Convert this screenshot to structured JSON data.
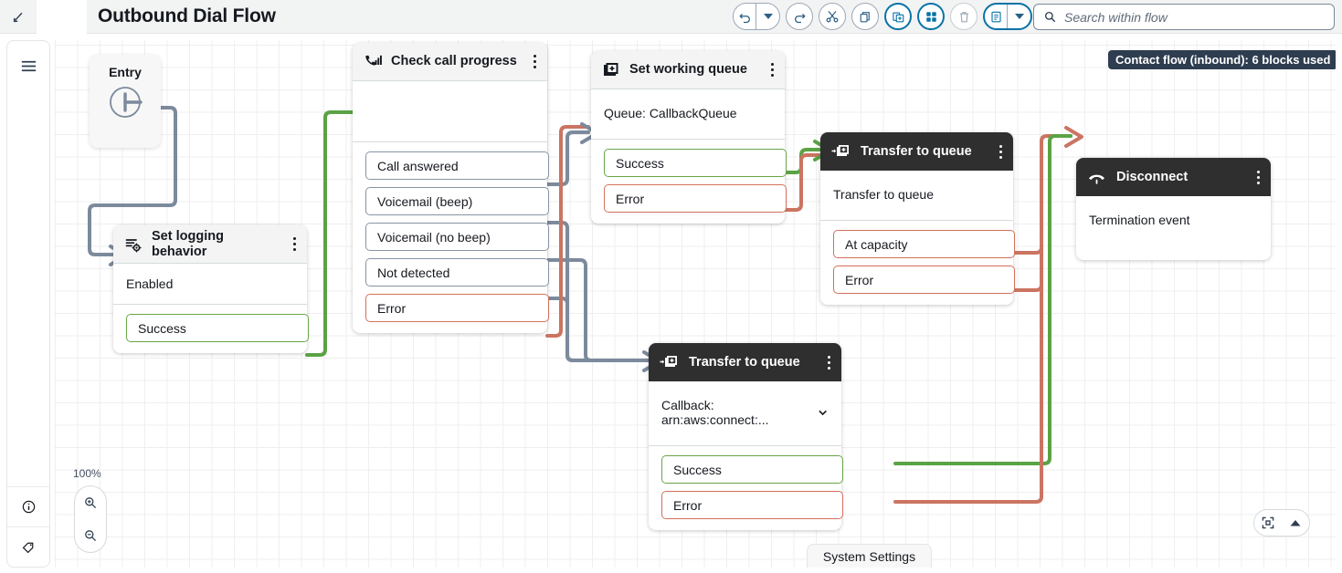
{
  "header": {
    "edit_icon": "pencil-icon",
    "title": "Outbound Dial Flow",
    "toolbar": [
      {
        "name": "undo-button",
        "icon": "undo-icon",
        "state": "active"
      },
      {
        "name": "undo-dropdown",
        "icon": "caret-down-icon",
        "state": "active"
      },
      {
        "name": "redo-button",
        "icon": "redo-icon",
        "state": "active"
      },
      {
        "name": "cut-button",
        "icon": "scissors-icon",
        "state": "active"
      },
      {
        "name": "copy-button",
        "icon": "copy-icon",
        "state": "active"
      },
      {
        "name": "paste-button",
        "icon": "paste-icon",
        "state": "selected"
      },
      {
        "name": "arrange-button",
        "icon": "grid-icon",
        "state": "selected"
      },
      {
        "name": "delete-button",
        "icon": "trash-icon",
        "state": "disabled"
      },
      {
        "name": "notes-button",
        "icon": "notes-icon",
        "state": "selected"
      },
      {
        "name": "notes-dropdown",
        "icon": "caret-down-icon",
        "state": "active"
      }
    ],
    "search": {
      "placeholder": "Search within flow",
      "value": "",
      "icon": "search-icon"
    }
  },
  "sidebar": {
    "menu_icon": "hamburger-icon",
    "bottom_items": [
      {
        "name": "info-icon",
        "label": "info"
      },
      {
        "name": "tag-icon",
        "label": "tag"
      }
    ]
  },
  "canvas": {
    "badge": "Contact flow (inbound): 6 blocks used",
    "zoom_level": "100%",
    "zoom_in_icon": "zoom-in-icon",
    "zoom_out_icon": "zoom-out-icon",
    "fit_icon": "fit-to-screen-icon",
    "collapse_icon": "triangle-up-icon",
    "system_settings": "System Settings",
    "entry": {
      "label": "Entry",
      "icon": "start-port-icon"
    },
    "blocks": [
      {
        "id": "set-logging-behavior",
        "title": "Set logging behavior",
        "icon": "logging-gear-icon",
        "header_style": "light",
        "body": "Enabled",
        "ports": [
          {
            "label": "Success",
            "type": "success"
          }
        ]
      },
      {
        "id": "check-call-progress",
        "title": "Check call progress",
        "icon": "call-progress-icon",
        "header_style": "light",
        "body": "",
        "ports": [
          {
            "label": "Call answered",
            "type": "neutral"
          },
          {
            "label": "Voicemail (beep)",
            "type": "neutral"
          },
          {
            "label": "Voicemail (no beep)",
            "type": "neutral"
          },
          {
            "label": "Not detected",
            "type": "neutral"
          },
          {
            "label": "Error",
            "type": "error"
          }
        ]
      },
      {
        "id": "set-working-queue",
        "title": "Set working queue",
        "icon": "set-queue-icon",
        "header_style": "light",
        "body": "Queue: CallbackQueue",
        "ports": [
          {
            "label": "Success",
            "type": "success"
          },
          {
            "label": "Error",
            "type": "error"
          }
        ]
      },
      {
        "id": "transfer-to-queue-top",
        "title": "Transfer to queue",
        "icon": "transfer-queue-icon",
        "header_style": "dark",
        "body": "Transfer to queue",
        "ports": [
          {
            "label": "At capacity",
            "type": "error"
          },
          {
            "label": "Error",
            "type": "error"
          }
        ]
      },
      {
        "id": "disconnect",
        "title": "Disconnect",
        "icon": "hangup-phone-icon",
        "header_style": "dark",
        "body": "Termination event",
        "ports": []
      },
      {
        "id": "transfer-to-queue-bottom",
        "title": "Transfer to queue",
        "icon": "transfer-queue-icon",
        "header_style": "dark",
        "body": "Callback: arn:aws:connect:...",
        "body_expander": "chevron-down-icon",
        "ports": [
          {
            "label": "Success",
            "type": "success"
          },
          {
            "label": "Error",
            "type": "error"
          }
        ]
      }
    ]
  }
}
